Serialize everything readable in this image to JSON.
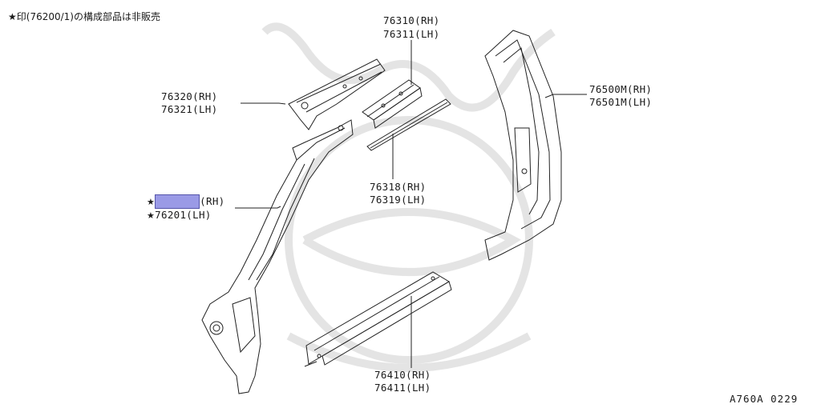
{
  "note": "★印(76200/1)の構成部品は非販売",
  "diagram_code": "A760A 0229",
  "highlight_color": "#9a9ae6",
  "parts": [
    {
      "rh": "76310(RH)",
      "lh": "76311(LH)"
    },
    {
      "rh": "76320(RH)",
      "lh": "76321(LH)"
    },
    {
      "rh": "76318(RH)",
      "lh": "76319(LH)"
    },
    {
      "rh": "76500M(RH)",
      "lh": "76501M(LH)"
    },
    {
      "rh_star": "★",
      "rh_suffix": "(RH)",
      "lh_star": "★",
      "lh": "76201(LH)"
    },
    {
      "rh": "76410(RH)",
      "lh": "76411(LH)"
    }
  ]
}
